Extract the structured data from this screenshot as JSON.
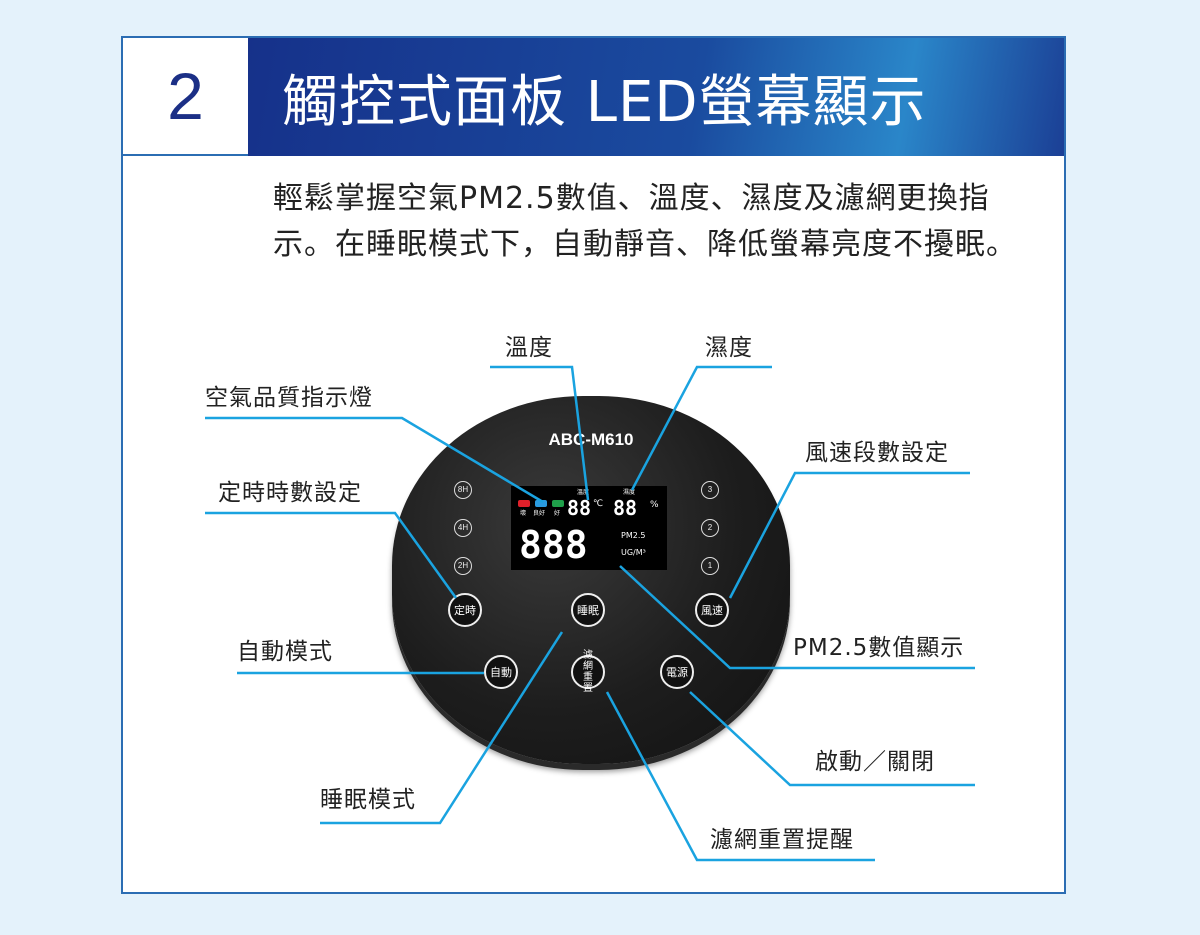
{
  "header": {
    "number": "2",
    "title": "觸控式面板 LED螢幕顯示"
  },
  "description": "輕鬆掌握空氣PM2.5數值、溫度、濕度及濾網更換指示。在睡眠模式下，自動靜音、降低螢幕亮度不擾眠。",
  "callouts": {
    "temp": "溫度",
    "humidity": "濕度",
    "air_quality": "空氣品質指示燈",
    "timer": "定時時數設定",
    "fan": "風速段數設定",
    "auto": "自動模式",
    "pm25": "PM2.5數值顯示",
    "sleep": "睡眠模式",
    "power": "啟動／關閉",
    "filter": "濾網重置提醒"
  },
  "device": {
    "model": "ABC-M610",
    "lcd": {
      "temp_label": "溫度",
      "hum_label": "濕度",
      "temp_digits": "88",
      "temp_unit": "℃",
      "hum_digits": "88",
      "hum_unit": "%",
      "pm_digits": "888",
      "pm_label": "PM2.5",
      "pm_unit": "UG/M³",
      "aq": [
        {
          "label": "壞",
          "color": "#e0202a"
        },
        {
          "label": "良好",
          "color": "#2a9be0"
        },
        {
          "label": "好",
          "color": "#1fa04a"
        }
      ]
    },
    "timer": [
      "8H",
      "4H",
      "2H"
    ],
    "speed": [
      "3",
      "2",
      "1"
    ],
    "buttons": {
      "timer": "定時",
      "sleep": "睡眠",
      "speed": "風速",
      "auto": "自動",
      "filter": "濾網重置",
      "power": "電源"
    }
  },
  "colors": {
    "line": "#1aa3e0",
    "header": "#16318a"
  }
}
